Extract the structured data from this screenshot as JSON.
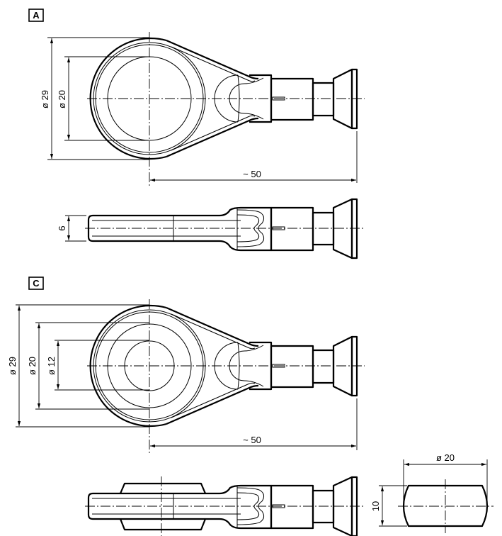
{
  "views": {
    "a": {
      "label": "A",
      "dim_outer": "ø 29",
      "dim_bore": "ø 20",
      "dim_length": "~ 50",
      "dim_thickness": "6"
    },
    "c": {
      "label": "C",
      "dim_outer": "ø 29",
      "dim_middle": "ø 20",
      "dim_bore": "ø 12",
      "dim_length": "~ 50",
      "detail_diameter": "ø 20",
      "detail_height": "10"
    }
  }
}
